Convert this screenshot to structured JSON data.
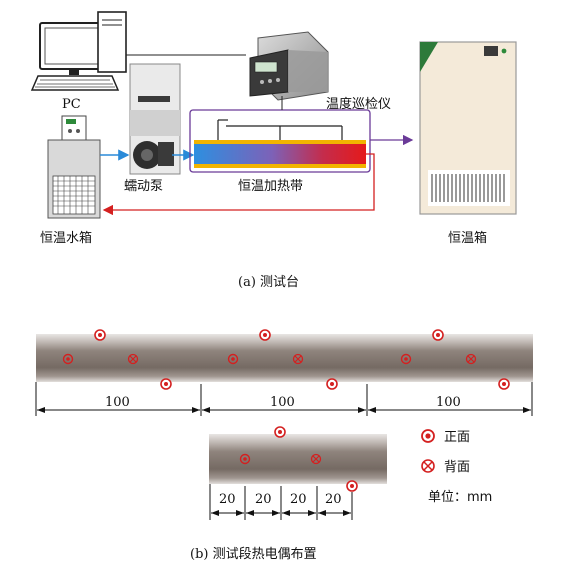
{
  "part_a": {
    "labels": {
      "pc": "PC",
      "inspector": "温度巡检仪",
      "pump": "蠕动泵",
      "heating_tape": "恒温加热带",
      "water_tank": "恒温水箱",
      "incubator": "恒温箱"
    },
    "caption": "(a)  测试台"
  },
  "part_b": {
    "top_dims": [
      "100",
      "100",
      "100"
    ],
    "bottom_dims": [
      "20",
      "20",
      "20",
      "20"
    ],
    "legend": {
      "front": "正面",
      "back": "背面"
    },
    "unit": "单位：mm",
    "caption": "(b)  测试段热电偶布置"
  },
  "colors": {
    "accent_red": "#d42020",
    "flow_blue": "#2a8ad8",
    "signal_purple": "#6a3a98",
    "tape_yellow": "#f2b400",
    "pipe_gray": "#8a7f78"
  }
}
